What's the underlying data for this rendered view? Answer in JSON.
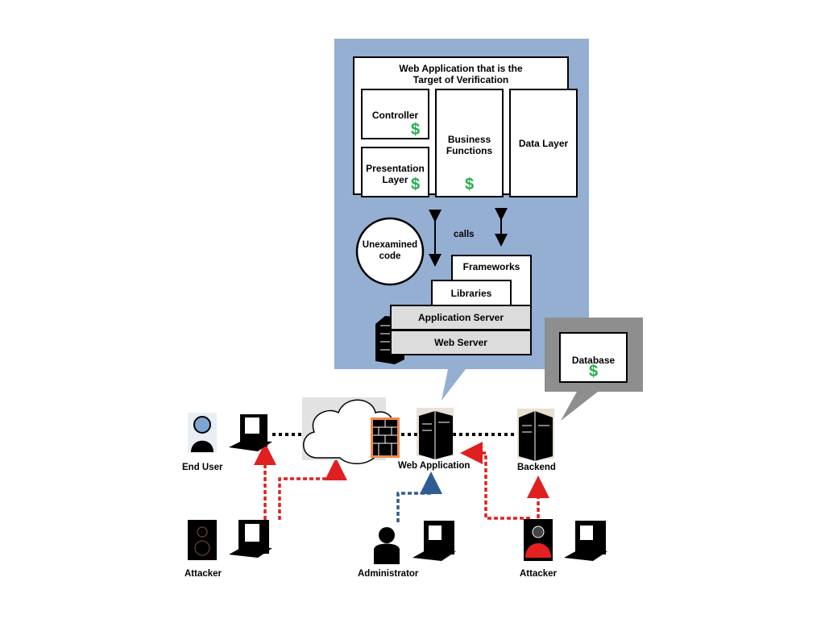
{
  "colors": {
    "panel_blue": "#95afd3",
    "panel_grey": "#8e8e8e",
    "dollar_green": "#22b04b",
    "attack_path_red": "#e02020",
    "admin_path_blue": "#2f5c92"
  },
  "webapp": {
    "title": "Web Application that is the Target of Verification",
    "controller": "Controller",
    "presentation_layer": "Presentation Layer",
    "business_functions": "Business Functions",
    "data_layer": "Data Layer",
    "dollar_symbol": "$"
  },
  "stack": {
    "unexamined_code": "Unexamined code",
    "calls_label": "calls",
    "frameworks": "Frameworks",
    "libraries": "Libraries",
    "application_server": "Application Server",
    "web_server": "Web Server"
  },
  "backend_panel": {
    "database": "Database",
    "dollar_symbol": "$"
  },
  "nodes": {
    "end_user": "End User",
    "web_application": "Web Application",
    "backend": "Backend",
    "attacker_left": "Attacker",
    "administrator": "Administrator",
    "attacker_right": "Attacker"
  }
}
